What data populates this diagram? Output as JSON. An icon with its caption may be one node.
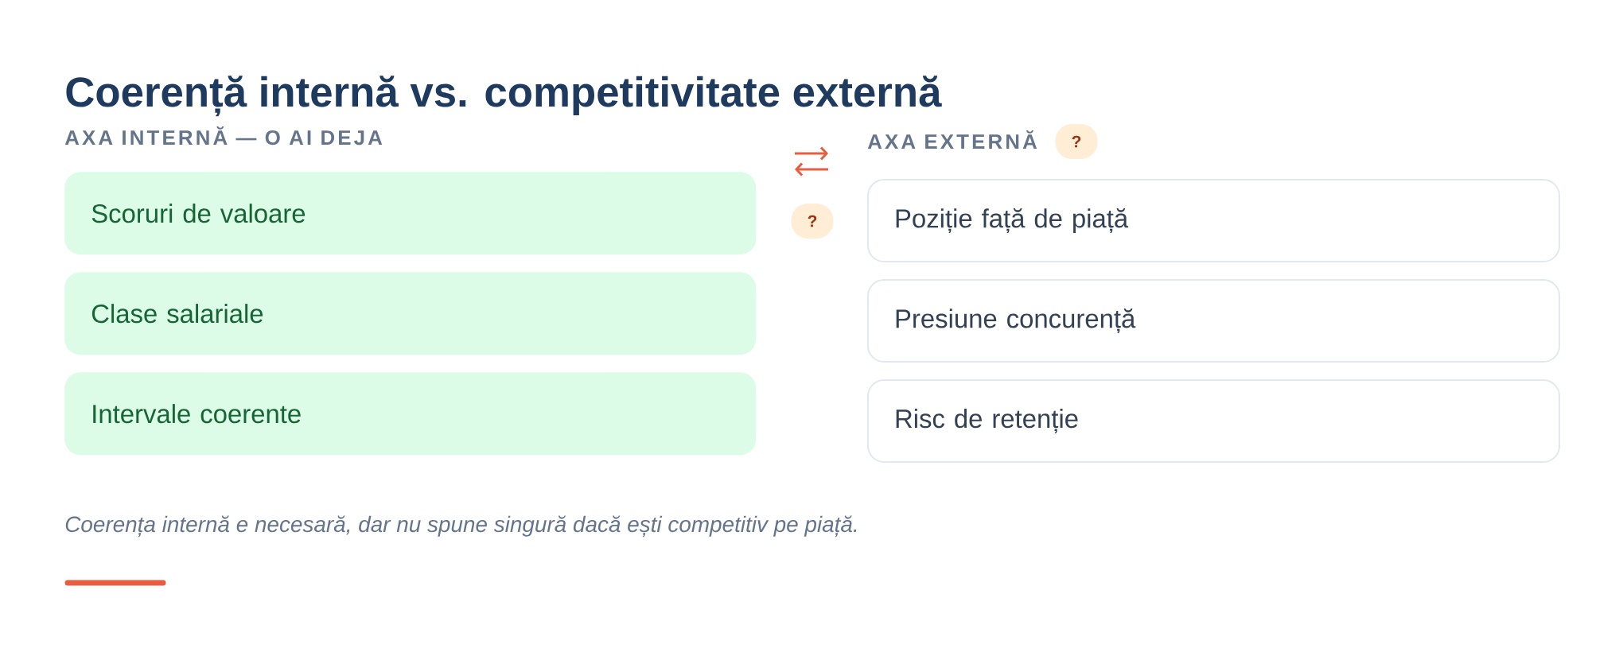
{
  "diagram": {
    "title": "Coerență internă vs. competitivitate externă",
    "caption": "Coerența internă e necesară, dar nu spune singură dacă ești competitiv pe piață.",
    "nodes": [
      {
        "text": [
          "Scoruri de valoare"
        ]
      },
      {
        "text": [
          "Clase salariale"
        ]
      },
      {
        "text": [
          "Intervale coerente"
        ]
      },
      {
        "text": [
          "Poziție față de piață"
        ]
      },
      {
        "text": [
          "Presiune concurență"
        ]
      },
      {
        "text": [
          "Risc de retenție"
        ]
      }
    ],
    "labels": [
      "AXA INTERNĂ — O AI DEJA",
      "AXA EXTERNĂ",
      "?",
      "?"
    ]
  }
}
